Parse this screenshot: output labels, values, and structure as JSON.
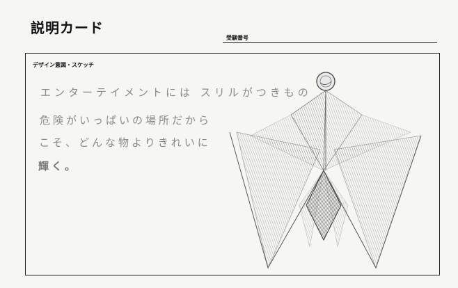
{
  "header": {
    "title": "説明カード",
    "exam_number_label": "受験番号"
  },
  "section": {
    "label": "デザイン意図・スケッチ"
  },
  "handwritten": {
    "line1": "エンターテイメントには スリルがつきもの",
    "line2": "危険がいっぱいの場所だから",
    "line3": "こそ、どんな物よりきれいに",
    "line4": "輝く。"
  },
  "sketch": {
    "subject": "pencil drawing of a W-shaped design with a small ball at the top",
    "stroke_color": "#555555"
  }
}
